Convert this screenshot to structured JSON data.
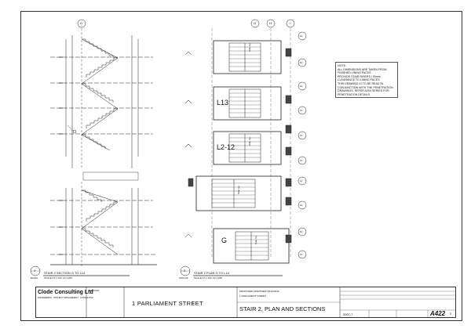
{
  "grid": {
    "g1": "G",
    "g2": "G",
    "h": "H",
    "i": "I",
    "row11": "11"
  },
  "levels": {
    "l13": "L13",
    "l2_12": "L2-12",
    "g_plan": "G"
  },
  "plan_labels": {
    "stair_up": "Stair Up",
    "stair_dn": "Stair Dn"
  },
  "views": {
    "section_num": "1",
    "section_ref": "BA402",
    "section_title": "STAIR 2  SECTION  G TO L14",
    "section_scale": "SCALE AT 1:100, A3 1:200",
    "plan_num": "2",
    "plan_ref": "A204-09",
    "plan_title": "STAIR 2  PLAN  G TO L14",
    "plan_scale": "SCALE AT 1:100, A3 1:200"
  },
  "notes": {
    "title": "NOTE:",
    "lines": [
      "ALL DIMENSIONS ARE TAKEN FROM FINISHED LINING FACES",
      "PROVIDE STAIR RISERS / 90mm CLEARANCE TO LINING FACES",
      "THIS DRAWING IS TO BE READ IN CONJUNCTION WITH THE PENETRATION DRAWINGS. REFER A204 SERIES FOR PENETRATION DETAILS"
    ]
  },
  "title_block": {
    "firm": "Clode Consulting Ltd",
    "firm_sub": "ENGINEERING · PROJECT MANAGEMENT · CONSULTING",
    "notices_title": "NOTICES",
    "project": "1 PARLIAMENT STREET",
    "client_label": "PROPOSED APARTMENT BUILDING",
    "address": "1 PARLIAMENT STREET",
    "drawing_title": "STAIR 2,  PLAN AND SECTIONS",
    "job_no": "2007-7",
    "drawing_no": "A422",
    "revision": "2"
  }
}
